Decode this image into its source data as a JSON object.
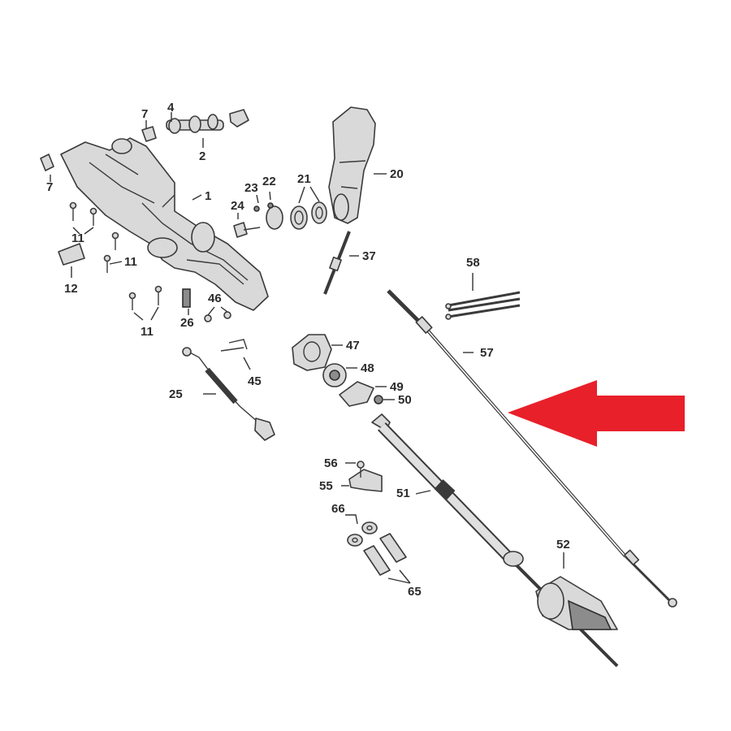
{
  "colors": {
    "arrow": "#e8202a",
    "outline": "#3a3a3a",
    "fill": "#d9d9d9"
  },
  "callouts": {
    "c1": "1",
    "c2": "2",
    "c4": "4",
    "c7a": "7",
    "c7b": "7",
    "c11a": "11",
    "c11b": "11",
    "c11c": "11",
    "c12": "12",
    "c20": "20",
    "c21": "21",
    "c22": "22",
    "c23": "23",
    "c24": "24",
    "c25": "25",
    "c26": "26",
    "c37": "37",
    "c45": "45",
    "c46": "46",
    "c47": "47",
    "c48": "48",
    "c49": "49",
    "c50": "50",
    "c51": "51",
    "c52": "52",
    "c55": "55",
    "c56": "56",
    "c57": "57",
    "c58": "58",
    "c65": "65",
    "c66": "66"
  },
  "icons": {
    "pointer": "red-arrow-icon"
  }
}
